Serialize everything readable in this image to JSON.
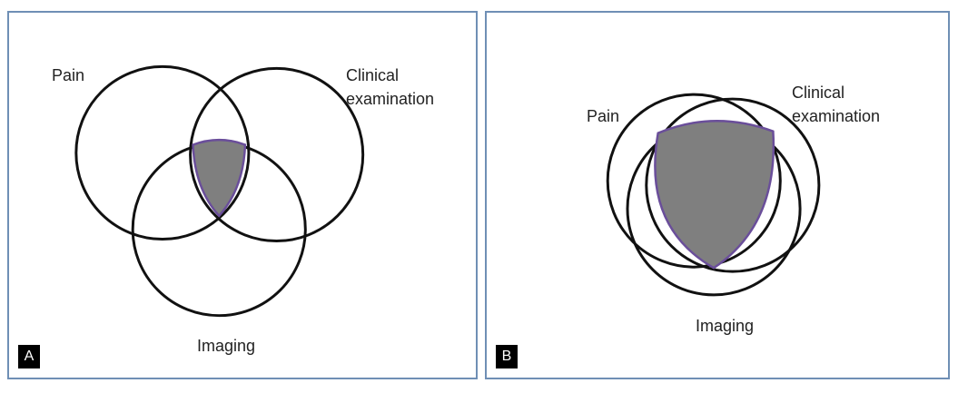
{
  "panels": {
    "a": {
      "tag": "A",
      "labels": {
        "pain": "Pain",
        "clinical": "Clinical\nexamination",
        "imaging": "Imaging"
      }
    },
    "b": {
      "tag": "B",
      "labels": {
        "pain": "Pain",
        "clinical": "Clinical\nexamination",
        "imaging": "Imaging"
      }
    }
  },
  "colors": {
    "circle_stroke": "#111111",
    "overlap_fill": "#7f7f7f",
    "overlap_outline": "#6a4e9a",
    "panel_border": "#6f8fb5",
    "tag_background": "#000000"
  }
}
